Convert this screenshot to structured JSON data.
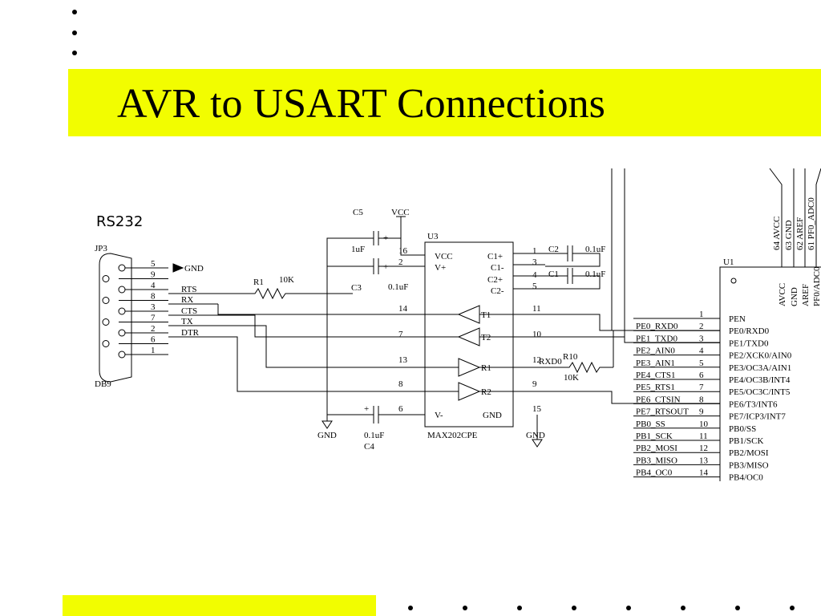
{
  "slide": {
    "title": "AVR to USART Connections",
    "accent_color": "#f2fd00"
  },
  "schematic": {
    "header_label": "RS232",
    "connector": {
      "ref": "JP3",
      "type": "DB9",
      "pins": [
        "5",
        "9",
        "4",
        "8",
        "3",
        "7",
        "2",
        "6",
        "1"
      ],
      "gnd_label": "GND"
    },
    "signals": [
      "RTS",
      "RX",
      "CTS",
      "TX",
      "DTR"
    ],
    "resistors": [
      {
        "ref": "R1",
        "value": "10K"
      },
      {
        "ref": "R10",
        "value": "10K",
        "net": "RXD0"
      }
    ],
    "capacitors": [
      {
        "ref": "C5",
        "value": "1uF"
      },
      {
        "ref": "C3",
        "value": "0.1uF"
      },
      {
        "ref": "C4",
        "value": "0.1uF"
      },
      {
        "ref": "C2",
        "value": "0.1uF"
      },
      {
        "ref": "C1",
        "value": "0.1uF"
      }
    ],
    "power_labels": {
      "vcc": "VCC",
      "gnd_left": "GND",
      "gnd_right": "GND"
    },
    "transceiver": {
      "ref": "U3",
      "part": "MAX202CPE",
      "left_pins": [
        "16",
        "2",
        "14",
        "7",
        "13",
        "8",
        "6"
      ],
      "right_pins": [
        "1",
        "3",
        "4",
        "5",
        "11",
        "10",
        "12",
        "9",
        "15"
      ],
      "inner_labels": [
        "VCC",
        "V+",
        "V-",
        "C1+",
        "C1-",
        "C2+",
        "C2-",
        "GND"
      ],
      "gates": [
        "T1",
        "T2",
        "R1",
        "R2"
      ]
    },
    "mcu": {
      "ref": "U1",
      "top_pins": [
        {
          "num": "64",
          "name": "AVCC"
        },
        {
          "num": "63",
          "name": "GND"
        },
        {
          "num": "62",
          "name": "AREF"
        },
        {
          "num": "61",
          "name": "PF0_ADC0"
        }
      ],
      "inner_top": [
        "AVCC",
        "GND",
        "AREF",
        "PF0/ADC0"
      ],
      "pins": [
        {
          "num": "1",
          "net": "",
          "name": "PEN"
        },
        {
          "num": "2",
          "net": "PE0_RXD0",
          "name": "PE0/RXD0"
        },
        {
          "num": "3",
          "net": "PE1_TXD0",
          "name": "PE1/TXD0"
        },
        {
          "num": "4",
          "net": "PE2_AIN0",
          "name": "PE2/XCK0/AIN0"
        },
        {
          "num": "5",
          "net": "PE3_AIN1",
          "name": "PE3/OC3A/AIN1"
        },
        {
          "num": "6",
          "net": "PE4_CTS1",
          "name": "PE4/OC3B/INT4"
        },
        {
          "num": "7",
          "net": "PE5_RTS1",
          "name": "PE5/OC3C/INT5"
        },
        {
          "num": "8",
          "net": "PE6_CTSIN",
          "name": "PE6/T3/INT6"
        },
        {
          "num": "9",
          "net": "PE7_RTSOUT",
          "name": "PE7/ICP3/INT7"
        },
        {
          "num": "10",
          "net": "PB0_SS",
          "name": "PB0/SS"
        },
        {
          "num": "11",
          "net": "PB1_SCK",
          "name": "PB1/SCK"
        },
        {
          "num": "12",
          "net": "PB2_MOSI",
          "name": "PB2/MOSI"
        },
        {
          "num": "13",
          "net": "PB3_MISO",
          "name": "PB3/MISO"
        },
        {
          "num": "14",
          "net": "PB4_OC0",
          "name": "PB4/OC0"
        }
      ]
    }
  }
}
